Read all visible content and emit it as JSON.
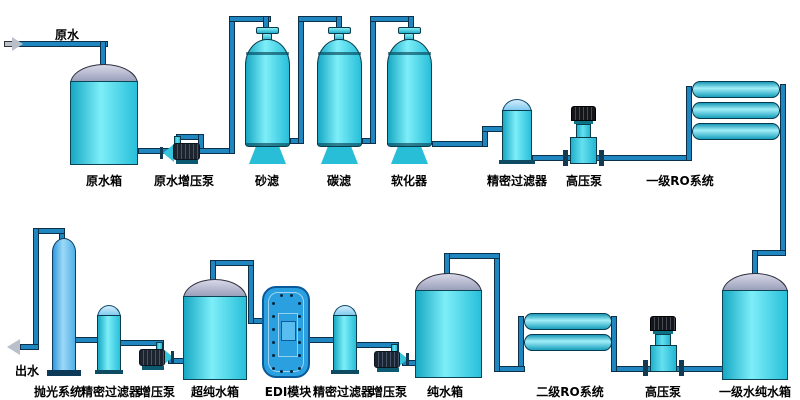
{
  "labels": {
    "inlet": "原水",
    "outlet": "出水",
    "raw_water_tank": "原水箱",
    "raw_water_booster_pump": "原水增压泵",
    "sand_filter": "砂滤",
    "carbon_filter": "碳滤",
    "softener": "软化器",
    "precision_filter": "精密过滤器",
    "high_pressure_pump": "高压泵",
    "stage1_ro_system": "一级RO系统",
    "stage1_pure_water_tank": "一级水纯水箱",
    "stage2_ro_system": "二级RO系统",
    "pure_water_tank": "纯水箱",
    "booster_pump": "增压泵",
    "edi_module": "EDI模块",
    "ultrapure_water_tank": "超纯水箱",
    "polishing_system": "抛光系统"
  },
  "colors": {
    "pipe_blue": "#1f86c0",
    "equipment_cyan": "#35cbe0",
    "tank_dome_gray": "#a9aec6",
    "edi_blue": "#2ba0e0",
    "motor_black": "#17191d",
    "background": "#ffffff"
  }
}
